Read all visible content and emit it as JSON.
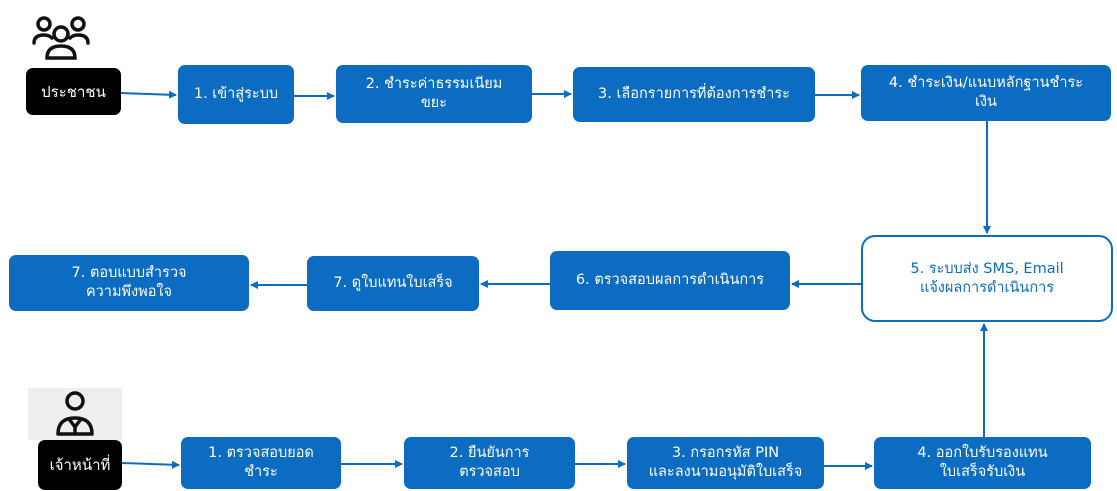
{
  "actors": {
    "citizen": {
      "label": "ประชาชน",
      "icon": "people-group-icon"
    },
    "officer": {
      "label": "เจ้าหน้าที่",
      "icon": "officer-person-icon"
    }
  },
  "citizen_steps": [
    "1. เข้าสู่ระบบ",
    "2. ชำระค่าธรรมเนียม\nขยะ",
    "3. เลือกรายการที่ต้องการชำระ",
    "4. ชำระเงิน/แนบหลักฐานชำระ\nเงิน"
  ],
  "center_step": "5. ระบบส่ง SMS, Email\nแจ้งผลการดำเนินการ",
  "return_steps": [
    "6. ตรวจสอบผลการดำเนินการ",
    "7. ดูใบแทนใบเสร็จ",
    "7. ตอบแบบสำรวจ\nความพึงพอใจ"
  ],
  "officer_steps": [
    "1. ตรวจสอบยอด\nชำระ",
    "2. ยืนยันการ\nตรวจสอบ",
    "3. กรอกรหัส PIN\nและลงนามอนุมัติใบเสร็จ",
    "4. ออกใบรับรองแทน\nใบเสร็จรับเงิน"
  ],
  "colors": {
    "box": "#0b6cc1",
    "actor": "#000000",
    "arrow": "#0b6cc1",
    "icon_bg": "#eeeeee"
  }
}
